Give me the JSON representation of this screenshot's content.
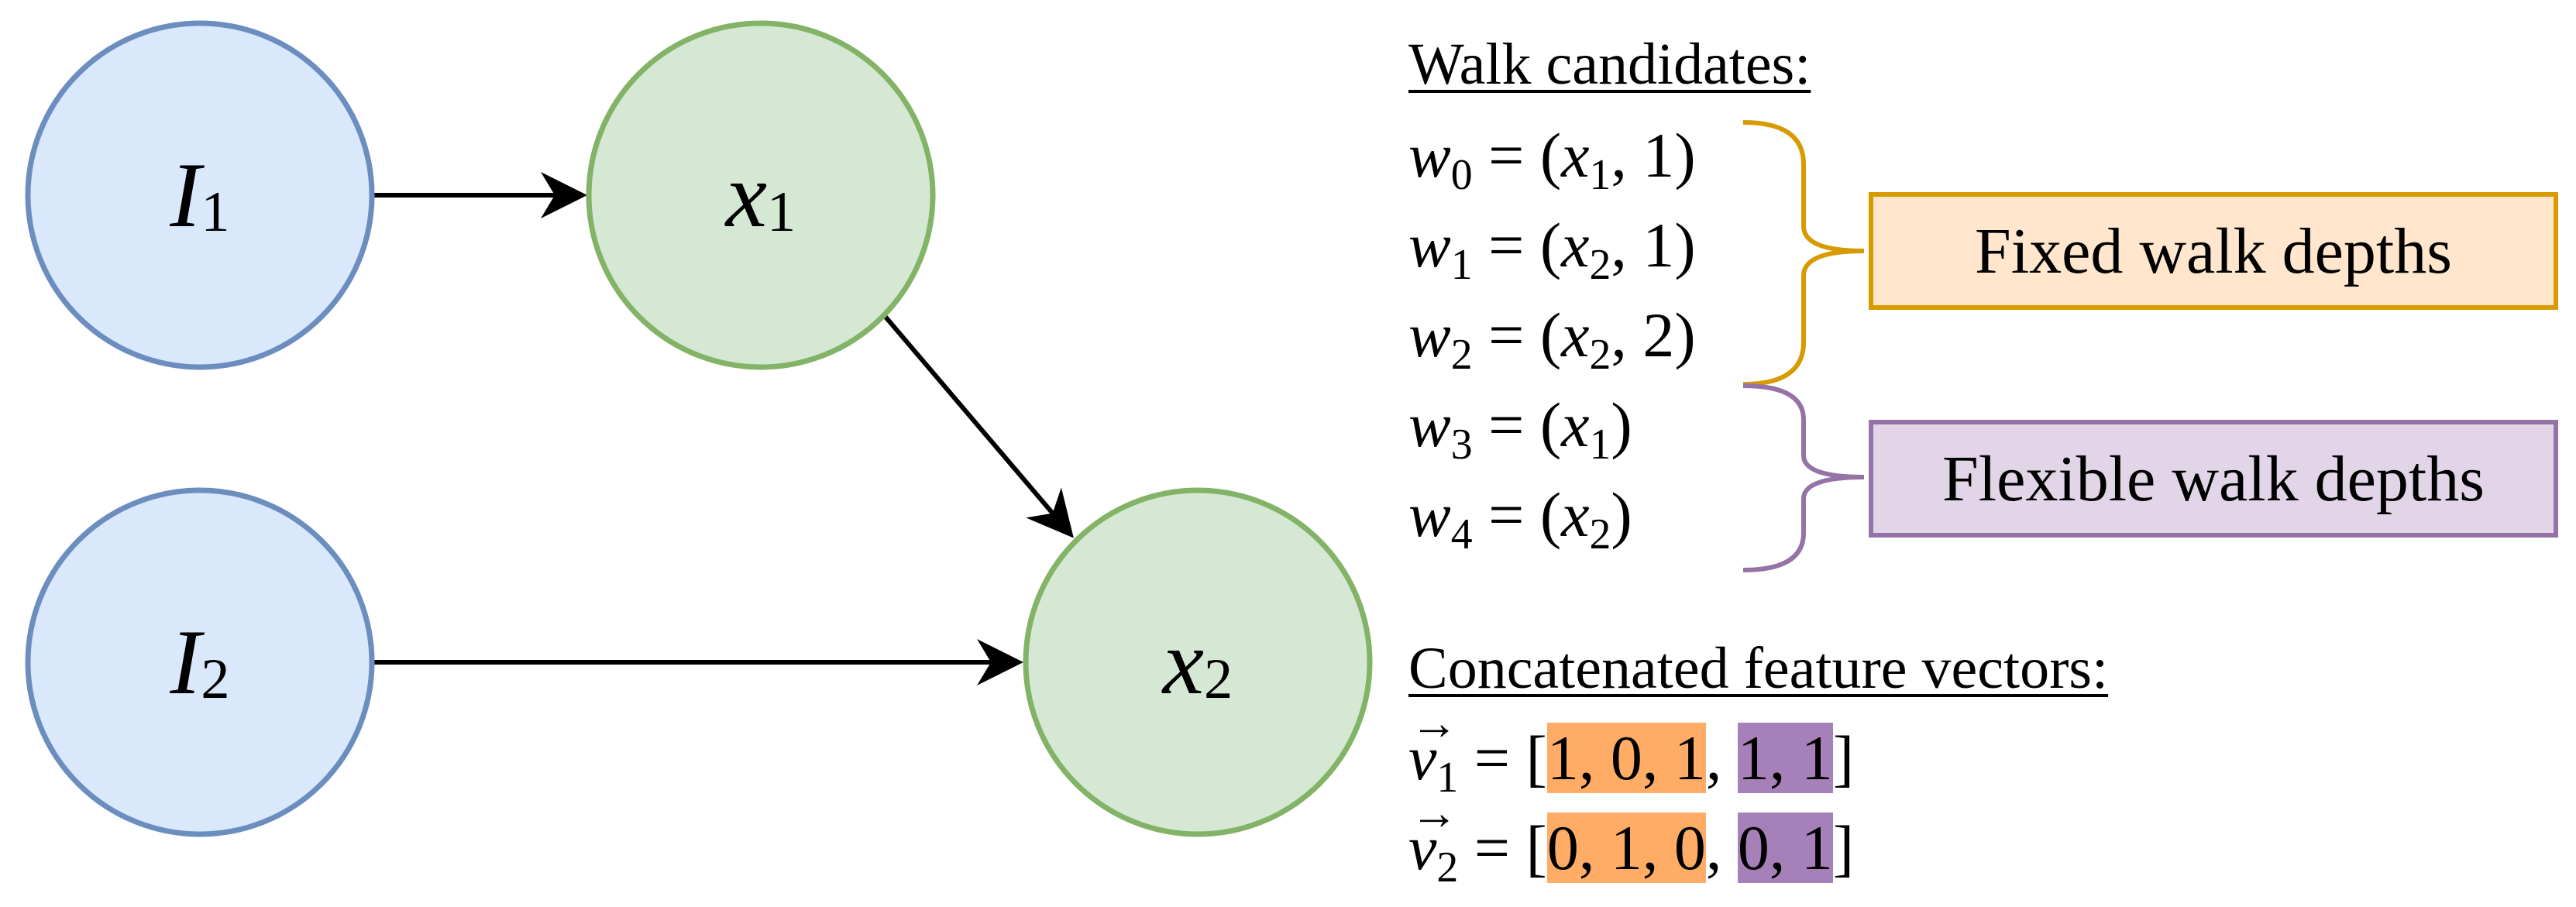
{
  "nodes": [
    {
      "id": "I1",
      "base": "I",
      "sub": "1",
      "fill": "#dae8fc",
      "stroke": "#6c8ebf"
    },
    {
      "id": "x1",
      "base": "x",
      "sub": "1",
      "fill": "#d5e8d4",
      "stroke": "#82b366"
    },
    {
      "id": "I2",
      "base": "I",
      "sub": "2",
      "fill": "#dae8fc",
      "stroke": "#6c8ebf"
    },
    {
      "id": "x2",
      "base": "x",
      "sub": "2",
      "fill": "#d5e8d4",
      "stroke": "#82b366"
    }
  ],
  "edges": [
    {
      "from": "I1",
      "to": "x1"
    },
    {
      "from": "x1",
      "to": "x2"
    },
    {
      "from": "I2",
      "to": "x2"
    }
  ],
  "walk_candidates": {
    "heading": "Walk candidates:",
    "items": [
      {
        "w": "w",
        "w_sub": "0",
        "eq": "=",
        "open": "(",
        "x": "x",
        "x_sub": "1",
        "sep": ", ",
        "depth": "1",
        "close": ")"
      },
      {
        "w": "w",
        "w_sub": "1",
        "eq": "=",
        "open": "(",
        "x": "x",
        "x_sub": "2",
        "sep": ", ",
        "depth": "1",
        "close": ")"
      },
      {
        "w": "w",
        "w_sub": "2",
        "eq": "=",
        "open": "(",
        "x": "x",
        "x_sub": "2",
        "sep": ", ",
        "depth": "2",
        "close": ")"
      },
      {
        "w": "w",
        "w_sub": "3",
        "eq": "=",
        "open": "(",
        "x": "x",
        "x_sub": "1",
        "sep": "",
        "depth": "",
        "close": ")"
      },
      {
        "w": "w",
        "w_sub": "4",
        "eq": "=",
        "open": "(",
        "x": "x",
        "x_sub": "2",
        "sep": "",
        "depth": "",
        "close": ")"
      }
    ]
  },
  "groups": {
    "fixed": {
      "label": "Fixed walk depths",
      "fill": "#ffe6cc",
      "stroke": "#d79b00"
    },
    "flexible": {
      "label": "Flexible walk depths",
      "fill": "#e1d5e7",
      "stroke": "#9673a6"
    }
  },
  "feature_vectors": {
    "heading": "Concatenated feature vectors:",
    "items": [
      {
        "v": "v",
        "v_sub": "1",
        "eq": "=",
        "open": "[",
        "fixed": "1, 0, 1",
        "comma": ", ",
        "flexible": "1, 1",
        "close": "]"
      },
      {
        "v": "v",
        "v_sub": "2",
        "eq": "=",
        "open": "[",
        "fixed": "0, 1, 0",
        "comma": ", ",
        "flexible": "0, 1",
        "close": "]"
      }
    ]
  },
  "colors": {
    "highlight_fixed": "#ffad66",
    "highlight_flexible": "#a680b8",
    "arrow": "#000000"
  }
}
